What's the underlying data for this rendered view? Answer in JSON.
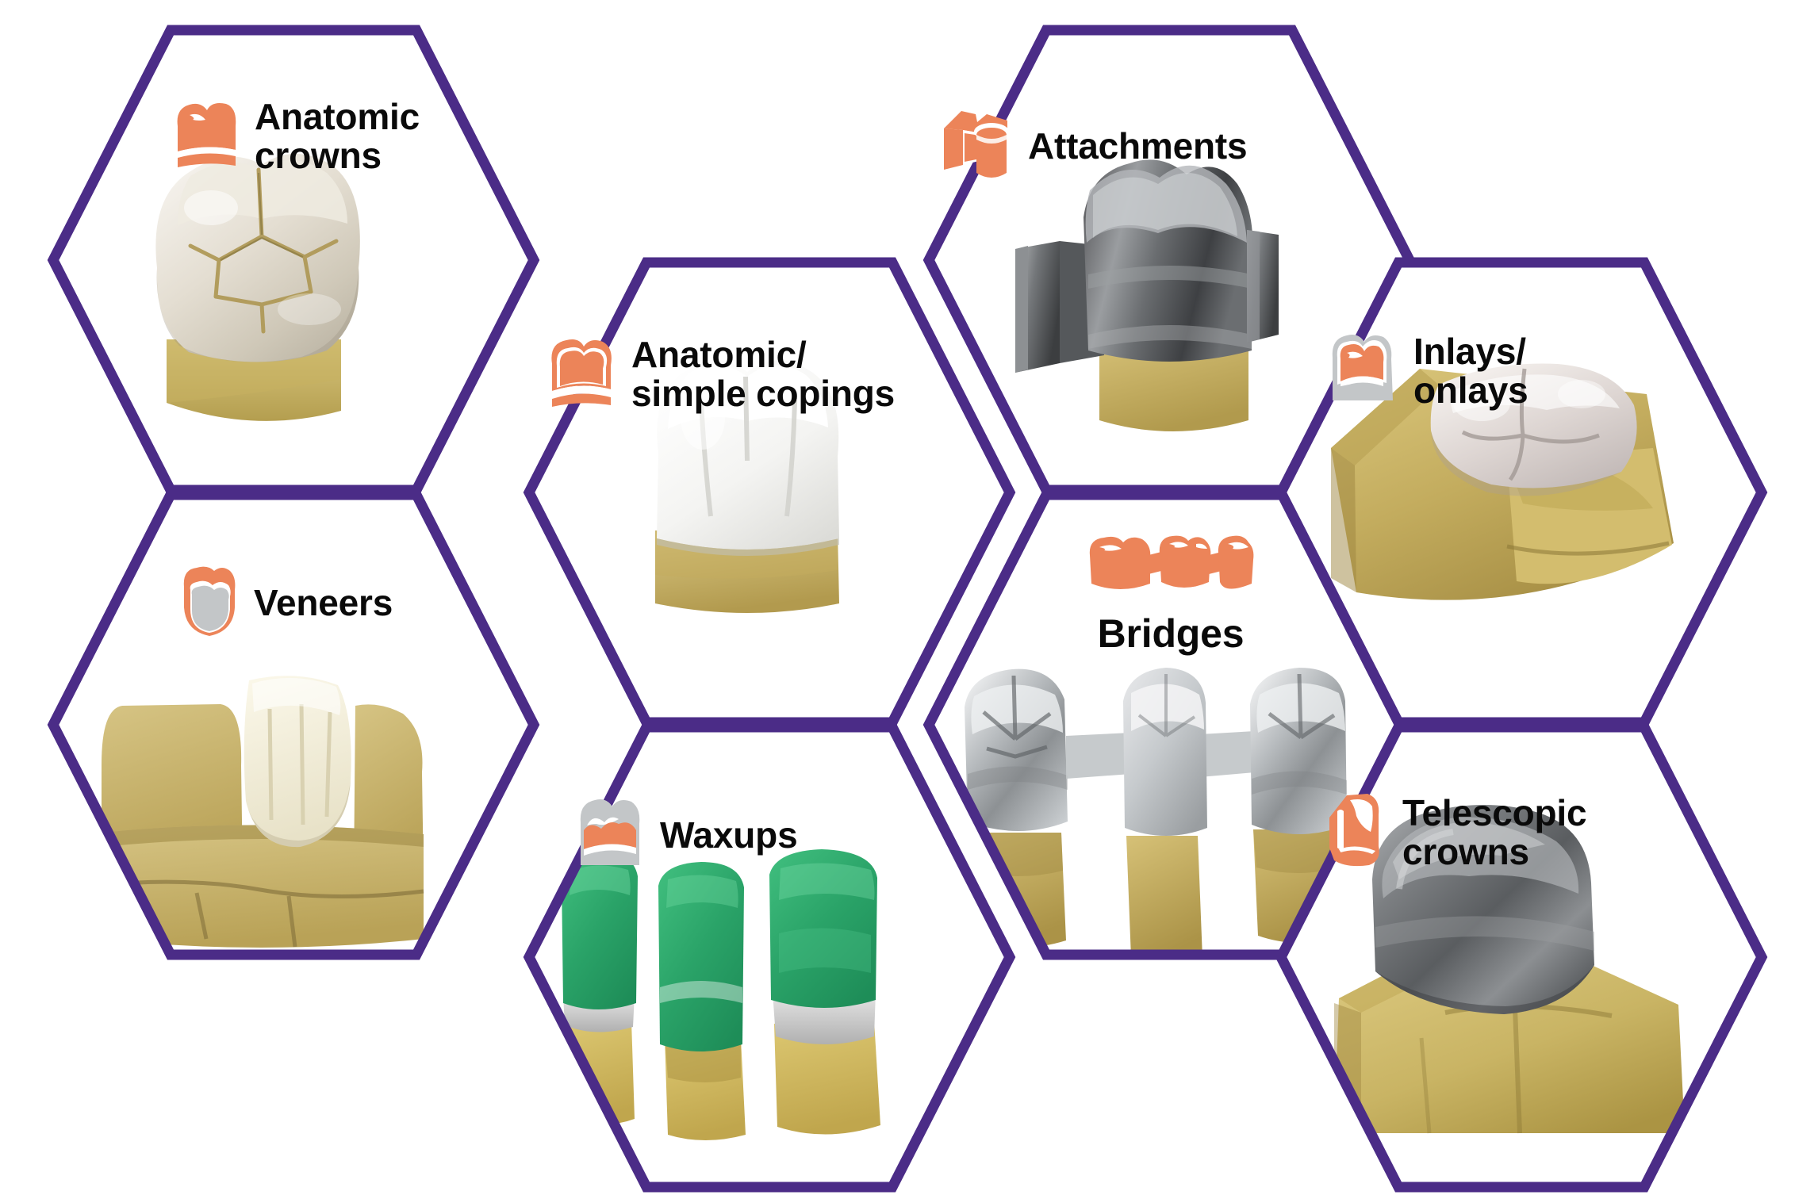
{
  "graphic": {
    "title": "Dental CAD/CAM indication honeycomb",
    "colors": {
      "hex_border": "#4B2C87",
      "icon_orange": "#EC8459",
      "icon_gray": "#C3C6C8",
      "background": "#FFFFFF",
      "die_gold": "#CDB871",
      "die_gold_dark": "#B9A257",
      "wax_green": "#2FA86A",
      "metal_dark": "#59595B",
      "metal_light": "#B9BCBE",
      "enamel_white": "#F2F1EC",
      "text": "#0A0A0A"
    }
  },
  "cells": [
    {
      "id": "anatomic-crowns",
      "label": "Anatomic\ncrowns",
      "icon": "anatomic-crown-icon",
      "photo": "molar-anatomic-crown-photo",
      "label_layout": "inline"
    },
    {
      "id": "anatomic-simple-copings",
      "label": "Anatomic/\nsimple copings",
      "icon": "anatomic-coping-icon",
      "photo": "white-coping-crown-photo",
      "label_layout": "inline"
    },
    {
      "id": "attachments",
      "label": "Attachments",
      "icon": "attachment-cylinder-icon",
      "photo": "dark-metal-attachment-crown-photo",
      "label_layout": "inline"
    },
    {
      "id": "inlays-onlays",
      "label": "Inlays/\nonlays",
      "icon": "inlay-onlay-icon",
      "photo": "inlay-on-gold-die-photo",
      "label_layout": "inline"
    },
    {
      "id": "veneers",
      "label": "Veneers",
      "icon": "veneer-icon",
      "photo": "anterior-veneer-model-photo",
      "label_layout": "inline"
    },
    {
      "id": "waxups",
      "label": "Waxups",
      "icon": "waxup-icon",
      "photo": "green-waxup-model-photo",
      "label_layout": "inline"
    },
    {
      "id": "bridges",
      "label": "Bridges",
      "icon": "bridge-three-unit-icon",
      "photo": "three-unit-metal-bridge-photo",
      "label_layout": "stacked"
    },
    {
      "id": "telescopic-crowns",
      "label": "Telescopic\ncrowns",
      "icon": "telescopic-crown-icon",
      "photo": "telescopic-metal-primary-crown-photo",
      "label_layout": "inline"
    }
  ]
}
